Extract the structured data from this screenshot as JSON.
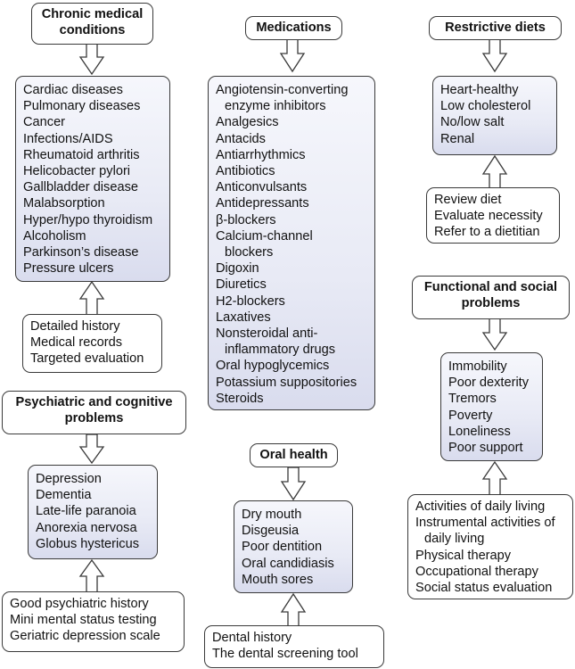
{
  "diagram": {
    "groups": [
      {
        "id": "chronic",
        "title": "Chronic medical conditions",
        "title_lines": [
          "Chronic medical",
          "conditions"
        ],
        "items": [
          "Cardiac diseases",
          "Pulmonary diseases",
          "Cancer",
          "Infections/AIDS",
          "Rheumatoid arthritis",
          "Helicobacter pylori",
          "Gallbladder disease",
          "Malabsorption",
          "Hyper/hypo thyroidism",
          "Alcoholism",
          "Parkinson’s disease",
          "Pressure ulcers"
        ],
        "methods": [
          "Detailed history",
          "Medical records",
          "Targeted evaluation"
        ]
      },
      {
        "id": "psychiatric",
        "title": "Psychiatric and cognitive problems",
        "title_lines": [
          "Psychiatric and cognitive",
          "problems"
        ],
        "items": [
          "Depression",
          "Dementia",
          "Late-life paranoia",
          "Anorexia nervosa",
          "Globus hystericus"
        ],
        "methods": [
          "Good psychiatric history",
          "Mini mental status testing",
          "Geriatric depression scale"
        ]
      },
      {
        "id": "medications",
        "title": "Medications",
        "title_lines": [
          "Medications"
        ],
        "items": [
          {
            "text": "Angiotensin-converting",
            "indent": false
          },
          {
            "text": "enzyme inhibitors",
            "indent": true
          },
          {
            "text": "Analgesics",
            "indent": false
          },
          {
            "text": "Antacids",
            "indent": false
          },
          {
            "text": "Antiarrhythmics",
            "indent": false
          },
          {
            "text": "Antibiotics",
            "indent": false
          },
          {
            "text": "Anticonvulsants",
            "indent": false
          },
          {
            "text": "Antidepressants",
            "indent": false
          },
          {
            "text": "β-blockers",
            "indent": false
          },
          {
            "text": "Calcium-channel",
            "indent": false
          },
          {
            "text": "blockers",
            "indent": true
          },
          {
            "text": "Digoxin",
            "indent": false
          },
          {
            "text": "Diuretics",
            "indent": false
          },
          {
            "text": "H2-blockers",
            "indent": false
          },
          {
            "text": "Laxatives",
            "indent": false
          },
          {
            "text": "Nonsteroidal anti-",
            "indent": false
          },
          {
            "text": "inflammatory drugs",
            "indent": true
          },
          {
            "text": "Oral hypoglycemics",
            "indent": false
          },
          {
            "text": "Potassium suppositories",
            "indent": false
          },
          {
            "text": "Steroids",
            "indent": false
          }
        ]
      },
      {
        "id": "oral",
        "title": "Oral health",
        "title_lines": [
          "Oral health"
        ],
        "items": [
          "Dry mouth",
          "Disgeusia",
          "Poor dentition",
          "Oral candidiasis",
          "Mouth sores"
        ],
        "methods": [
          "Dental history",
          "The dental screening tool"
        ]
      },
      {
        "id": "diets",
        "title": "Restrictive diets",
        "title_lines": [
          "Restrictive diets"
        ],
        "items": [
          "Heart-healthy",
          "Low cholesterol",
          "No/low salt",
          "Renal"
        ],
        "methods": [
          "Review diet",
          "Evaluate necessity",
          "Refer to a dietitian"
        ]
      },
      {
        "id": "functional",
        "title": "Functional and social problems",
        "title_lines": [
          "Functional and social",
          "problems"
        ],
        "items": [
          "Immobility",
          "Poor dexterity",
          "Tremors",
          "Poverty",
          "Loneliness",
          "Poor support"
        ],
        "methods": [
          {
            "text": "Activities of daily living",
            "indent": false
          },
          {
            "text": "Instrumental activities of",
            "indent": false
          },
          {
            "text": "daily living",
            "indent": true
          },
          {
            "text": "Physical therapy",
            "indent": false
          },
          {
            "text": "Occupational therapy",
            "indent": false
          },
          {
            "text": "Social status evaluation",
            "indent": false
          }
        ]
      }
    ]
  }
}
